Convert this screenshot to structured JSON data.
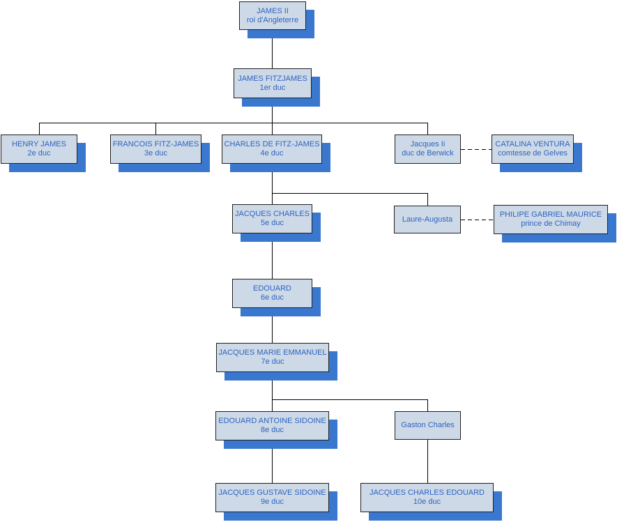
{
  "colors": {
    "box_fill": "#cdd9e6",
    "box_border": "#1f1f1f",
    "shadow": "#3a78cf",
    "text": "#2d63c2",
    "connector": "#000000"
  },
  "persons": {
    "james_ii": {
      "name": "JAMES II",
      "title": "roi d'Angleterre"
    },
    "james_fitzjames": {
      "name": "JAMES FITZJAMES",
      "title": "1er duc"
    },
    "henry_james": {
      "name": "HENRY JAMES",
      "title": "2e duc"
    },
    "francois_fitz_james": {
      "name": "FRANCOIS FITZ-JAMES",
      "title": "3e duc"
    },
    "charles_de_fitz_james": {
      "name": "CHARLES DE FITZ-JAMES",
      "title": "4e duc"
    },
    "jacques_ii": {
      "name": "Jacques Ii",
      "title": "duc de Berwick"
    },
    "catalina_ventura": {
      "name": "CATALINA VENTURA",
      "title": "comtesse de Gelves"
    },
    "jacques_charles": {
      "name": "JACQUES CHARLES",
      "title": "5e duc"
    },
    "laure_augusta": {
      "name": "Laure-Augusta",
      "title": ""
    },
    "philipe_gabriel_maurice": {
      "name": "PHILIPE GABRIEL MAURICE",
      "title": "prince de Chimay"
    },
    "edouard": {
      "name": "EDOUARD",
      "title": "6e duc"
    },
    "jacques_marie_emmanuel": {
      "name": "JACQUES MARIE EMMANUEL",
      "title": "7e duc"
    },
    "edouard_antoine_sidoine": {
      "name": "EDOUARD ANTOINE SIDOINE",
      "title": "8e duc"
    },
    "gaston_charles": {
      "name": "Gaston Charles",
      "title": ""
    },
    "jacques_gustave_sidoine": {
      "name": "JACQUES GUSTAVE SIDOINE",
      "title": "9e duc"
    },
    "jacques_charles_edouard": {
      "name": "JACQUES CHARLES EDOUARD",
      "title": "10e duc"
    }
  },
  "relations": {
    "parent_child": [
      [
        "james_ii",
        "james_fitzjames"
      ],
      [
        "james_fitzjames",
        "henry_james"
      ],
      [
        "james_fitzjames",
        "francois_fitz_james"
      ],
      [
        "james_fitzjames",
        "charles_de_fitz_james"
      ],
      [
        "james_fitzjames",
        "jacques_ii"
      ],
      [
        "charles_de_fitz_james",
        "jacques_charles"
      ],
      [
        "charles_de_fitz_james",
        "laure_augusta"
      ],
      [
        "jacques_charles",
        "edouard"
      ],
      [
        "edouard",
        "jacques_marie_emmanuel"
      ],
      [
        "jacques_marie_emmanuel",
        "edouard_antoine_sidoine"
      ],
      [
        "jacques_marie_emmanuel",
        "gaston_charles"
      ],
      [
        "edouard_antoine_sidoine",
        "jacques_gustave_sidoine"
      ],
      [
        "gaston_charles",
        "jacques_charles_edouard"
      ]
    ],
    "spouse": [
      [
        "jacques_ii",
        "catalina_ventura"
      ],
      [
        "laure_augusta",
        "philipe_gabriel_maurice"
      ]
    ]
  }
}
